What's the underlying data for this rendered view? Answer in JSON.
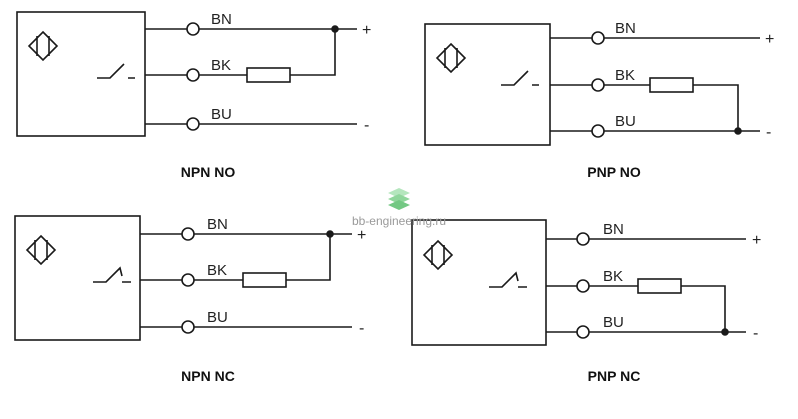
{
  "diagrams": [
    {
      "caption": "NPN NO",
      "wires": [
        "BN",
        "BK",
        "BU"
      ],
      "plus": "+",
      "minus": "-"
    },
    {
      "caption": "PNP NO",
      "wires": [
        "BN",
        "BK",
        "BU"
      ],
      "plus": "+",
      "minus": "-"
    },
    {
      "caption": "NPN NC",
      "wires": [
        "BN",
        "BK",
        "BU"
      ],
      "plus": "+",
      "minus": "-"
    },
    {
      "caption": "PNP NC",
      "wires": [
        "BN",
        "BK",
        "BU"
      ],
      "plus": "+",
      "minus": "-"
    }
  ],
  "watermark": {
    "text": "bb-engineering.ru",
    "icon": "stacked-layers-icon",
    "color": "#7ccf8a"
  },
  "colors": {
    "line": "#1a1a1a",
    "text": "#222222"
  }
}
